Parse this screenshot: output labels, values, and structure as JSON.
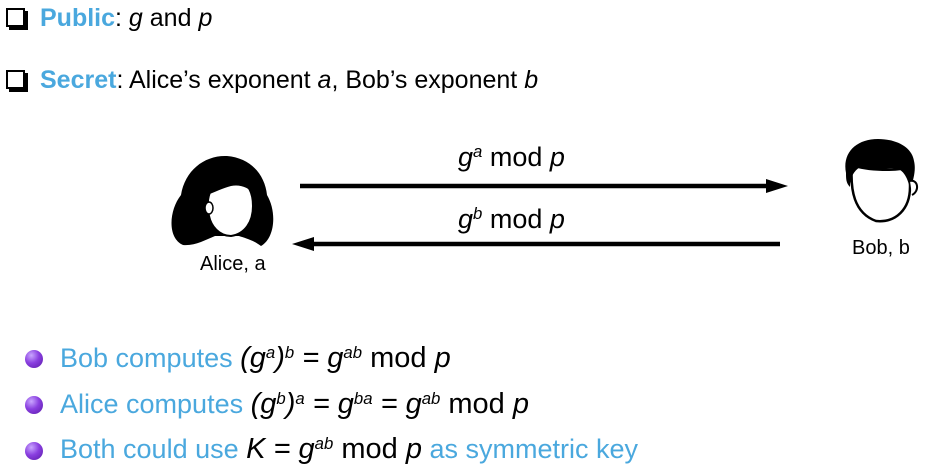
{
  "public_line": {
    "keyword": "Public",
    "colon": ":",
    "g": "g",
    "and_text": "and",
    "p": "p"
  },
  "secret_line": {
    "keyword": "Secret",
    "colon": ":",
    "text1": "Alice’s exponent",
    "a": "a",
    "text2": ", Bob’s exponent",
    "b": "b"
  },
  "arrow_top": {
    "base": "g",
    "exp": "a",
    "mod": "mod",
    "p": "p"
  },
  "arrow_bottom": {
    "base": "g",
    "exp": "b",
    "mod": "mod",
    "p": "p"
  },
  "alice": {
    "label": "Alice, a",
    "icon": "woman-silhouette-icon"
  },
  "bob": {
    "label": "Bob, b",
    "icon": "man-silhouette-icon"
  },
  "bullets": {
    "bob_computes": {
      "label": "Bob computes",
      "open": "(g",
      "exp1": "a",
      "close": ")",
      "exp2": "b",
      "eq": " = g",
      "exp3": "ab",
      "mod": " mod ",
      "p": "p"
    },
    "alice_computes": {
      "label": "Alice computes",
      "open": "(g",
      "exp1": "b",
      "close": ")",
      "exp2": "a",
      "eq1": " = g",
      "exp3": "ba",
      "eq2": " = g",
      "exp4": "ab",
      "mod": " mod ",
      "p": "p"
    },
    "both_use": {
      "label": "Both could use",
      "K": "K",
      "eq": " = g",
      "exp": "ab",
      "mod": " mod ",
      "p": "p",
      "suffix": "as symmetric key"
    }
  },
  "colors": {
    "keyword_blue": "#4aa8de",
    "bullet_purple": "#8a3fe0",
    "ink": "#000000"
  }
}
